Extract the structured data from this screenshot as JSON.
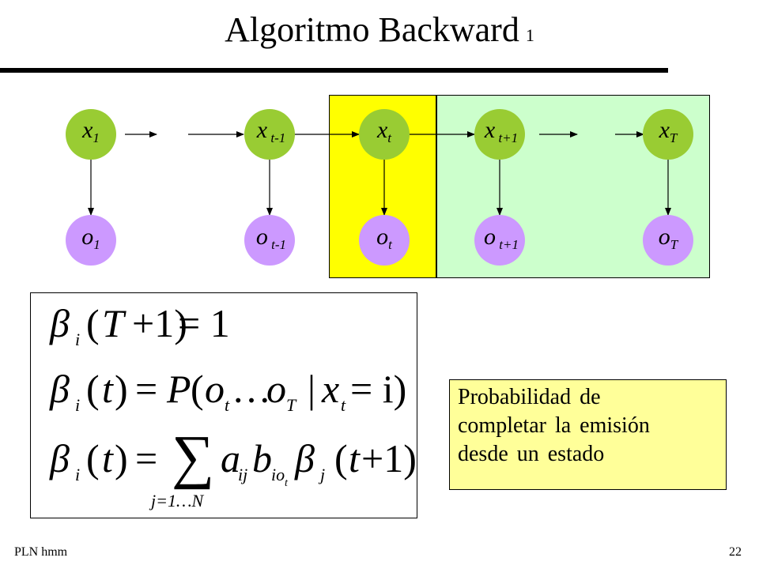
{
  "slide": {
    "title": "Algoritmo Backward",
    "title_suffix": "1",
    "footer_left": "PLN hmm",
    "page_number": "22"
  },
  "colors": {
    "state_node": "#99cc33",
    "obs_node": "#cc99ff",
    "region_current": "#ffff00",
    "region_future": "#ccffcc",
    "note_fill": "#ffff99"
  },
  "diagram": {
    "states": [
      {
        "base": "x",
        "sub": "1"
      },
      {
        "base": "x",
        "sub": " t-1"
      },
      {
        "base": "x",
        "sub": "t"
      },
      {
        "base": "x",
        "sub": " t+1"
      },
      {
        "base": "x",
        "sub": "T"
      }
    ],
    "observations": [
      {
        "base": "o",
        "sub": "1"
      },
      {
        "base": "o",
        "sub": " t-1"
      },
      {
        "base": "o",
        "sub": "t"
      },
      {
        "base": "o",
        "sub": " t+1"
      },
      {
        "base": "o",
        "sub": "T"
      }
    ]
  },
  "formulas": {
    "beta": "β",
    "i": "i",
    "j": "j",
    "T": "T",
    "t": "t",
    "P": "P",
    "o": "o",
    "x": "x",
    "a": "a",
    "b": "b",
    "ij": "ij",
    "io": "io",
    "sum": "∑",
    "dots": "…",
    "f1_args": "(",
    "f1_plus": "+1)",
    "f1_eq": "= 1",
    "f2_paren": "(",
    "f2_close": ")",
    "f2_eq": "=",
    "f2_open": "(",
    "f2_bar": "|",
    "f2_eqi": "= i)",
    "f3_close": ")",
    "f3_eq": "=",
    "f3_paren": "(",
    "f3_plus": "+1)",
    "sum_range": "j=1…N"
  },
  "note": {
    "lines": [
      "Probabilidad de",
      "completar la emisión",
      "desde un estado"
    ]
  }
}
